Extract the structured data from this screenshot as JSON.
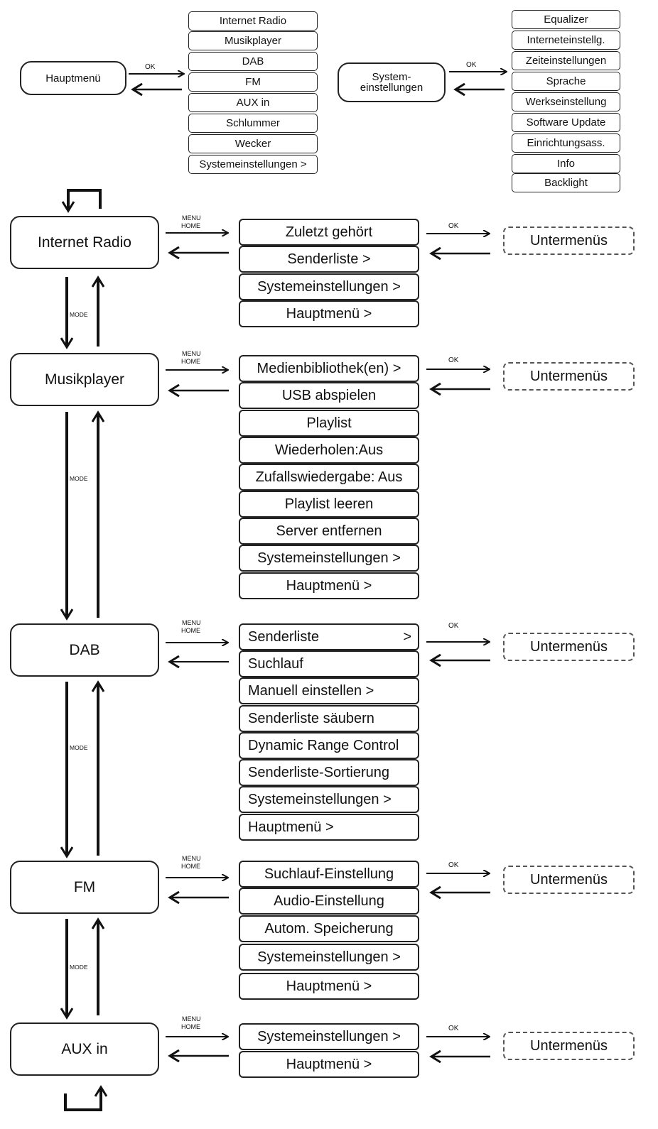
{
  "top": {
    "hauptmenu": "Hauptmenü",
    "hauptmenu_items": [
      "Internet Radio",
      "Musikplayer",
      "DAB",
      "FM",
      "AUX in",
      "Schlummer",
      "Wecker",
      "Systemeinstellungen >"
    ],
    "system_line1": "System-",
    "system_line2": "einstellungen",
    "system_items": [
      "Equalizer",
      "Interneteinstellg.",
      "Zeiteinstellungen",
      "Sprache",
      "Werkseinstellung",
      "Software Update",
      "Einrichtungsass.",
      "Info",
      "Backlight"
    ],
    "ok": "OK"
  },
  "labels": {
    "menu": "MENU",
    "home": "HOME",
    "ok": "OK",
    "mode": "MODE",
    "untermenus": "Untermenüs"
  },
  "modes": {
    "internet_radio": {
      "title": "Internet Radio",
      "items": [
        "Zuletzt gehört",
        "Senderliste >",
        "Systemeinstellungen >",
        "Hauptmenü >"
      ]
    },
    "musikplayer": {
      "title": "Musikplayer",
      "items": [
        "Medienbibliothek(en) >",
        "USB abspielen",
        "Playlist",
        "Wiederholen:Aus",
        "Zufallswiedergabe: Aus",
        "Playlist leeren",
        "Server entfernen",
        "Systemeinstellungen >",
        "Hauptmenü >"
      ]
    },
    "dab": {
      "title": "DAB",
      "items": [
        "Senderliste",
        "Suchlauf",
        "Manuell einstellen  >",
        "Senderliste säubern",
        "Dynamic Range Control",
        "Senderliste-Sortierung",
        "Systemeinstellungen >",
        "Hauptmenü  >"
      ],
      "first_suffix": ">"
    },
    "fm": {
      "title": "FM",
      "items": [
        "Suchlauf-Einstellung",
        "Audio-Einstellung",
        "Autom. Speicherung",
        "Systemeinstellungen >",
        "Hauptmenü >"
      ]
    },
    "aux_in": {
      "title": "AUX in",
      "items": [
        "Systemeinstellungen >",
        "Hauptmenü >"
      ]
    }
  }
}
